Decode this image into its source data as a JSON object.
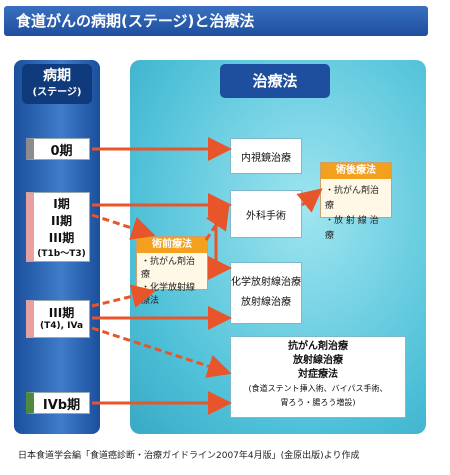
{
  "title": "食道がんの病期(ステージ)と治療法",
  "stage_header": {
    "line1": "病期",
    "line2": "(ステージ)"
  },
  "treatment_header": "治療法",
  "stages": {
    "s0": "0期",
    "s1": [
      "I期",
      "II期",
      "III期",
      "(T1b〜T3)"
    ],
    "s3": [
      "III期",
      "(T4), IVa"
    ],
    "s4": "IVb期"
  },
  "treatments": {
    "endoscopic": "内視鏡治療",
    "surgery": "外科手術",
    "chemorad": [
      "化学放射線治療",
      "放射線治療"
    ],
    "preop": {
      "title": "術前療法",
      "items": [
        "・抗がん剤治療",
        "・化学放射線療法"
      ]
    },
    "postop": {
      "title": "術後療法",
      "items": [
        "・抗がん剤治療",
        "・放 射 線 治 療"
      ]
    },
    "advanced": [
      "抗がん剤治療",
      "放射線治療",
      "対症療法",
      "(食道ステント挿入術、バイパス手術、",
      "胃ろう・腸ろう増設)"
    ]
  },
  "footer": "日本食道学会編「食道癌診断・治療ガイドライン2007年4月版」(金原出版)より作成",
  "colors": {
    "arrow": "#e8552a",
    "title_bar": "#2a5fb0",
    "treatment_panel": "#4dc0d8"
  }
}
